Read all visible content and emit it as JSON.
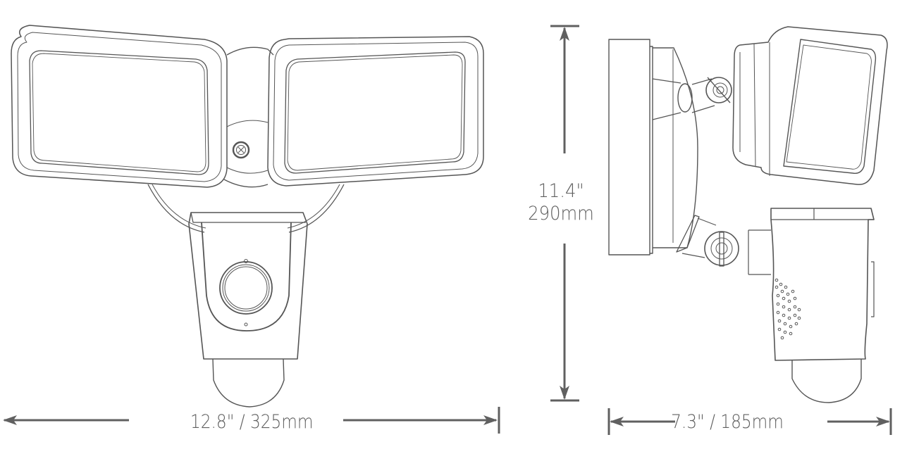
{
  "diagram": {
    "type": "product-dimension-drawing",
    "views": [
      {
        "name": "front-view",
        "components": [
          "left-light-panel",
          "right-light-panel",
          "mounting-plate",
          "center-screw",
          "camera-body",
          "camera-lens",
          "motion-sensor-dome"
        ]
      },
      {
        "name": "side-view",
        "components": [
          "wall-mount-base",
          "upper-swivel-joint",
          "light-panel-side",
          "lower-swivel-joint",
          "camera-body-side",
          "speaker-grille",
          "motion-sensor-dome-side"
        ]
      }
    ],
    "colors": {
      "line": "#555555",
      "dimension": "#606060",
      "label": "#5f5f5f",
      "background": "#ffffff"
    }
  },
  "dimensions": {
    "width_front": {
      "label": "12.8\" / 325mm",
      "inches": 12.8,
      "mm": 325
    },
    "height": {
      "label_line1": "11.4\"",
      "label_line2": "290mm",
      "inches": 11.4,
      "mm": 290
    },
    "depth_side": {
      "label": "7.3\" / 185mm",
      "inches": 7.3,
      "mm": 185
    }
  }
}
